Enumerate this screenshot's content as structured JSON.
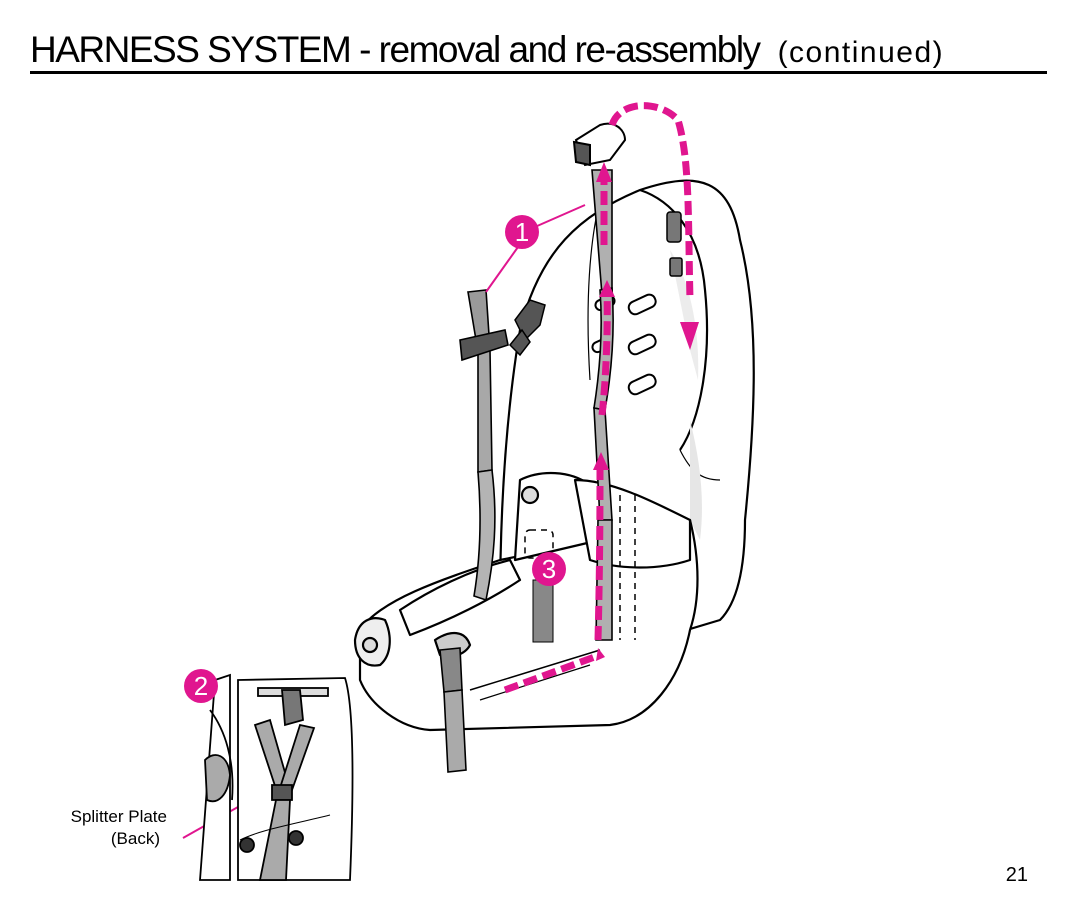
{
  "header": {
    "title_main": "HARNESS SYSTEM",
    "title_sub": " - removal and re-assembly",
    "title_continued": "(continued)"
  },
  "callouts": [
    "1",
    "2",
    "3"
  ],
  "inset": {
    "label_line1": "Splitter Plate",
    "label_line2": "(Back)"
  },
  "page_number": "21",
  "colors": {
    "accent": "#e0168f",
    "line": "#000000",
    "strap": "#9a9a9a"
  }
}
